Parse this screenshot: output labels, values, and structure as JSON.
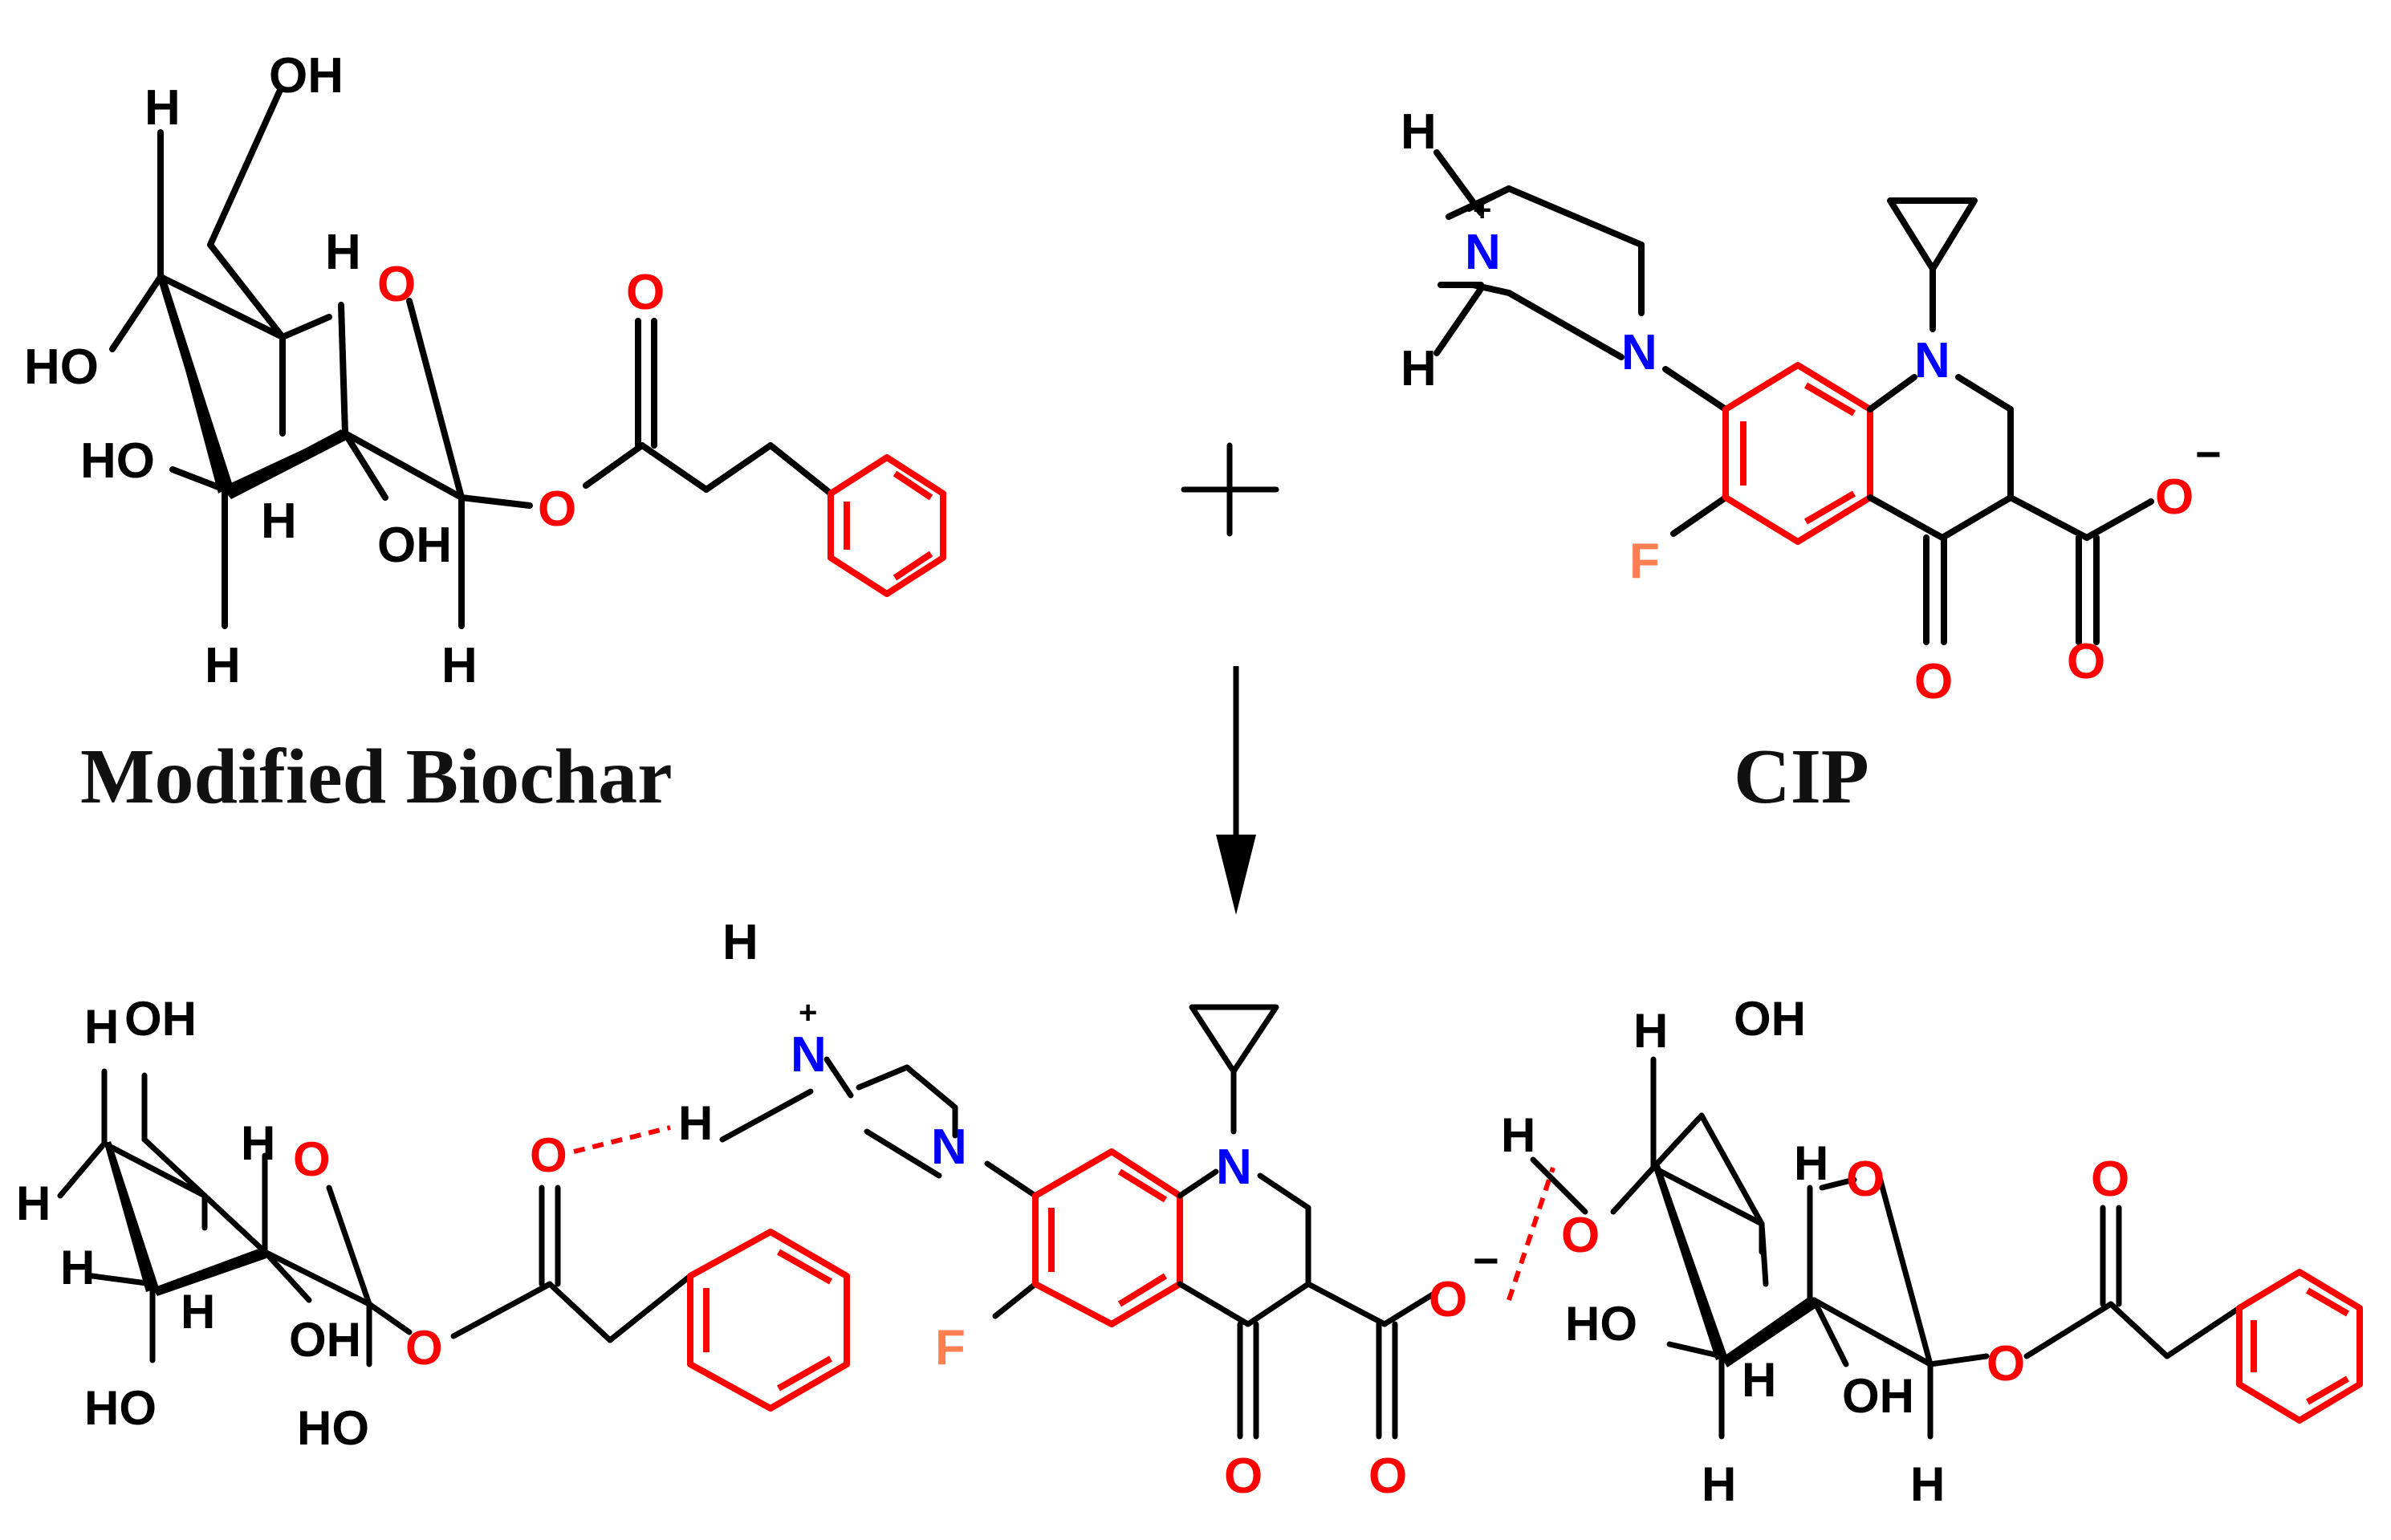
{
  "labels": {
    "modified_biochar": "Modified Biochar",
    "cip": "CIP"
  },
  "atoms": {
    "O": "O",
    "OH": "OH",
    "HO": "HO",
    "H": "H",
    "N": "N",
    "F": "F",
    "plus_charge": "+",
    "minus_charge": "−"
  },
  "colors": {
    "bond": "#000000",
    "oxygen": "#ff0000",
    "nitrogen": "#0000ff",
    "fluorine": "#ff7f50",
    "aromatic_ring": "#ff0000",
    "hydrogen_bond": "#ff0000"
  },
  "symbols": {
    "plus_sign": "+",
    "reaction_arrow": "down-arrow"
  }
}
